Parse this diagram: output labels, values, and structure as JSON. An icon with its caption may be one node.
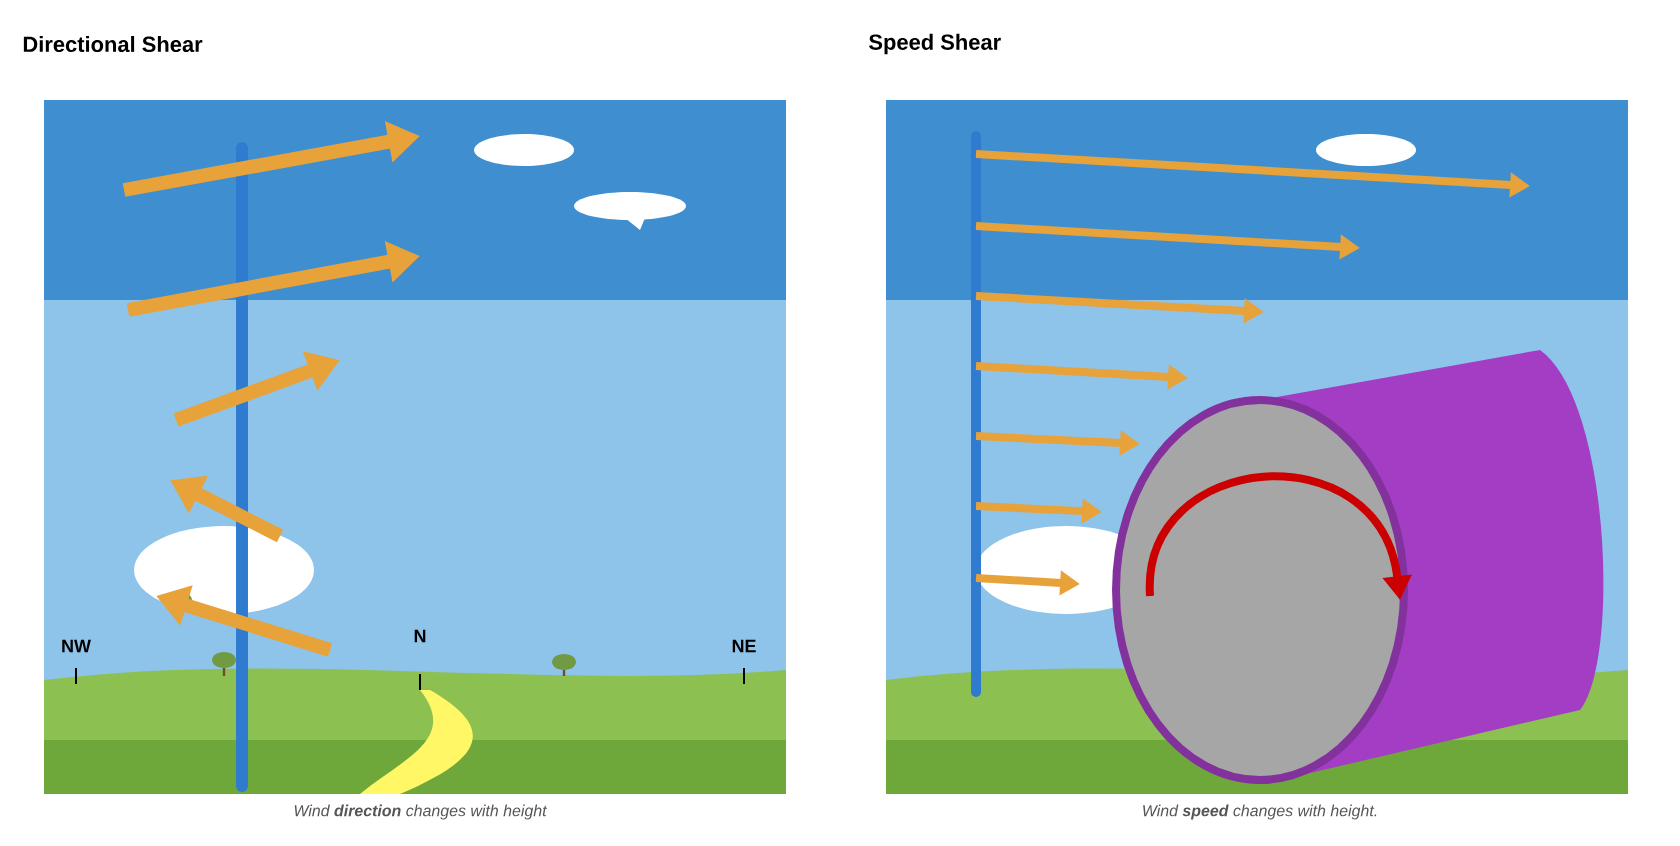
{
  "diagram": {
    "labels": [
      "Directional Shear",
      "Speed Shear",
      "NW",
      "N",
      "NE",
      "Wind **direction** changes with height",
      "Wind **speed** changes with height."
    ]
  }
}
